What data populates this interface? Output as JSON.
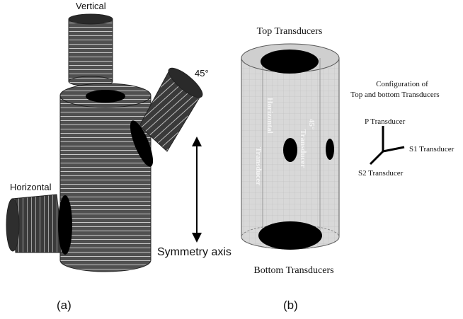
{
  "panel_a": {
    "label_vertical": "Vertical",
    "label_45": "45°",
    "label_horizontal": "Horizontal",
    "label_symmetry": "Symmetry axis",
    "caption": "(a)"
  },
  "panel_b": {
    "top_label": "Top Transducers",
    "bottom_label": "Bottom Transducers",
    "horizontal_label_1": "Horizontal",
    "horizontal_label_2": "Transducer",
    "deg45_label_1": "45°",
    "deg45_label_2": "Transducer",
    "config_line1": "Configuration   of",
    "config_line2": "Top   and   bottom   Transducers",
    "p_label": "P  Transducer",
    "s1_label": "S1   Transducer",
    "s2_label": "S2  Transducer",
    "caption": "(b)"
  },
  "colors": {
    "cylinder_fill": "#555555",
    "transducer_fill": "#3a3a3a",
    "stripe": "#d0d0d0",
    "hole": "#000000",
    "text": "#111111",
    "panel_b_fill": "#dcdcdc"
  }
}
